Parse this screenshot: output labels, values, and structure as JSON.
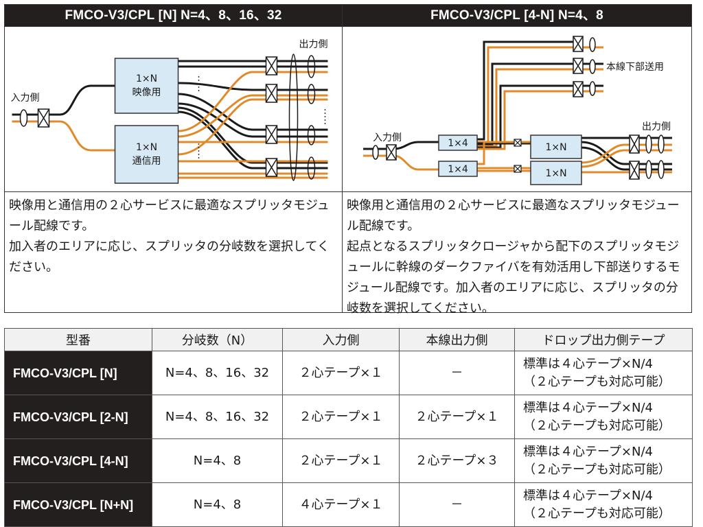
{
  "left": {
    "title": "FMCO-V3/CPL [N] N=4、8、16、32",
    "labels": {
      "input": "入力側",
      "output": "出力側"
    },
    "box_top": {
      "line1": "1×N",
      "line2": "映像用"
    },
    "box_bottom": {
      "line1": "1×N",
      "line2": "通信用"
    },
    "desc": [
      "映像用と通信用の２心サービスに最適なスプリッタモジュール配線です。",
      "加入者のエリアに応じ、スプリッタの分岐数を選択してください。"
    ]
  },
  "right": {
    "title": "FMCO-V3/CPL [4-N] N=4、8",
    "labels": {
      "input": "入力側",
      "output": "出力側",
      "trunk": "本線下部送用"
    },
    "split_top": "1×4",
    "split_bottom": "1×4",
    "sub_top": "1×N",
    "sub_bottom": "1×N",
    "desc": [
      "映像用と通信用の２心サービスに最適なスプリッタモジュール配線です。",
      "起点となるスプリッタクロージャから配下のスプリッタモジュールに幹線のダークファイバを有効活用し下部送りするモジュール配線です。加入者のエリアに応じ、スプリッタの分岐数を選択してください。"
    ]
  },
  "table": {
    "headers": [
      "型番",
      "分岐数（N）",
      "入力側",
      "本線出力側",
      "ドロップ出力側テープ"
    ],
    "rows": [
      {
        "model": "FMCO-V3/CPL [N]",
        "branch": "N=4、8、16、32",
        "input": "２心テープ×１",
        "trunk": "－",
        "tape1": "標準は４心テープ×N/4",
        "tape2": "（２心テープも対応可能）"
      },
      {
        "model": "FMCO-V3/CPL [2-N]",
        "branch": "N=4、8、16、32",
        "input": "２心テープ×１",
        "trunk": "２心テープ×１",
        "tape1": "標準は４心テープ×N/4",
        "tape2": "（２心テープも対応可能）"
      },
      {
        "model": "FMCO-V3/CPL [4-N]",
        "branch": "N=4、8",
        "input": "２心テープ×１",
        "trunk": "２心テープ×３",
        "tape1": "標準は４心テープ×N/4",
        "tape2": "（２心テープも対応可能）"
      },
      {
        "model": "FMCO-V3/CPL [N+N]",
        "branch": "N=4、8",
        "input": "４心テープ×１",
        "trunk": "－",
        "tape1": "標準は４心テープ×N/4",
        "tape2": "（２心テープも対応可能）"
      }
    ]
  },
  "colors": {
    "fiber_orange": "#e08a2a",
    "fiber_black": "#1a1a1a",
    "box_fill": "#d6e9f5",
    "header_dark": "#231f1f"
  }
}
